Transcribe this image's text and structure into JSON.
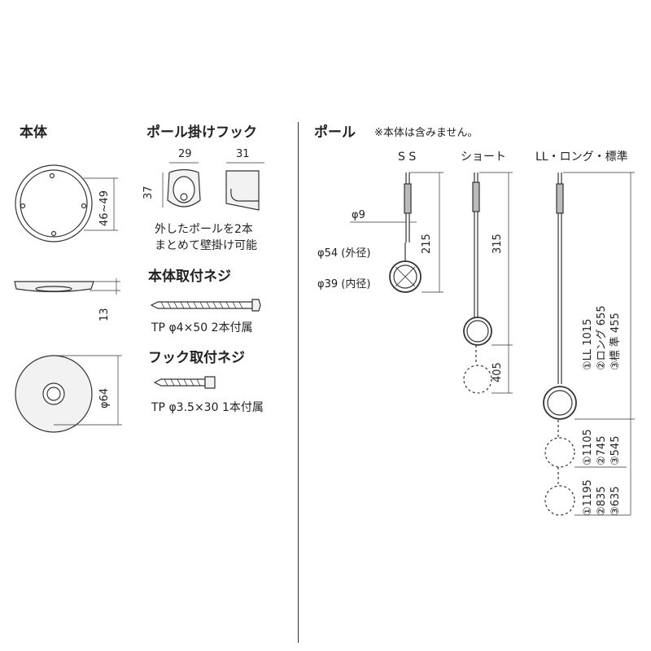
{
  "sections": {
    "body": {
      "title": "本体",
      "dims": {
        "inner": "46~49",
        "height": "13",
        "diameter": "φ64"
      }
    },
    "hook": {
      "title": "ポール掛けフック",
      "dims": {
        "w1": "29",
        "w2": "31",
        "h": "37"
      },
      "note_line1": "外したポールを2本",
      "note_line2": "まとめて壁掛け可能"
    },
    "body_screw": {
      "title": "本体取付ネジ",
      "spec": "TP φ4×50  2本付属"
    },
    "hook_screw": {
      "title": "フック取付ネジ",
      "spec": "TP φ3.5×30  1本付属"
    },
    "pole": {
      "title": "ポール",
      "note": "※本体は含みません。",
      "variants": {
        "ss": "S S",
        "short": "ショート",
        "long": "LL・ロング・標準"
      },
      "dims": {
        "pipe": "φ9",
        "outer": "φ54 (外径)",
        "inner": "φ39 (内径)",
        "ss_len": "215",
        "short_len": "315",
        "short_ext": "405",
        "long_c1": "①LL  1015",
        "long_c2": "②ロング  655",
        "long_c3": "③標 準  455",
        "long_b1": "①1105",
        "long_b2": "②745",
        "long_b3": "③545",
        "long_a1": "①1195",
        "long_a2": "②835",
        "long_a3": "③635"
      }
    }
  },
  "colors": {
    "line": "#333333",
    "fill": "#f2f2f2",
    "dash": "#555555"
  }
}
